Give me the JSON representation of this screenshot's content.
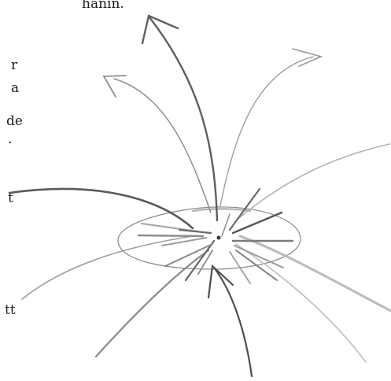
{
  "fragments": [
    {
      "text": "hanin."
    },
    {
      "text": "r"
    },
    {
      "text": "a"
    },
    {
      "text": "de"
    },
    {
      "text": "."
    },
    {
      "text": "t"
    },
    {
      "text": "tt"
    }
  ],
  "colors": {
    "pencil_dark": "#3a3a3a",
    "pencil_mid": "#6e6e6e",
    "pencil_light": "#a9a9a9"
  }
}
